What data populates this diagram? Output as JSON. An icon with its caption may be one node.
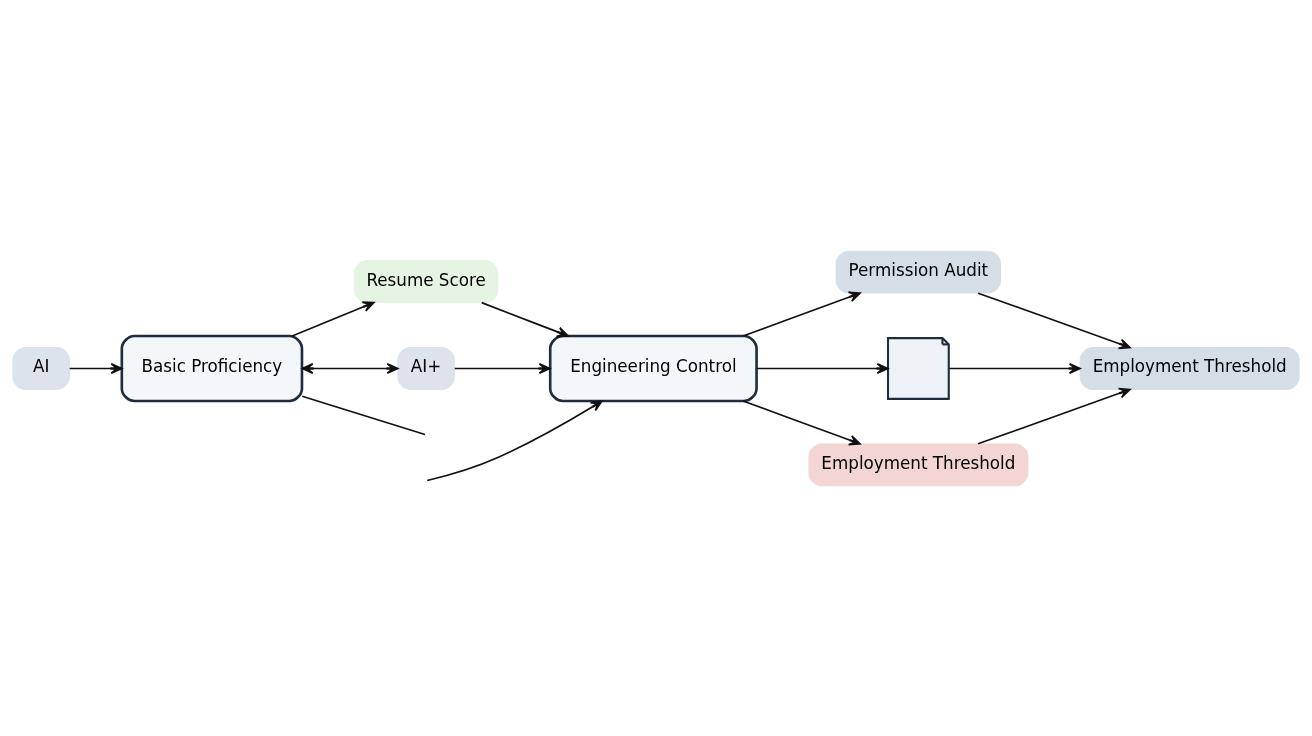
{
  "diagram": {
    "nodes": [
      {
        "text": [
          "AI"
        ]
      },
      {
        "text": [
          "Basic Proficiency"
        ]
      },
      {
        "text": [
          "Resume Score"
        ]
      },
      {
        "text": [
          "AI+"
        ]
      },
      {
        "text": [
          "Engineering Control"
        ]
      },
      {
        "text": [
          "Permission Audit"
        ]
      },
      {
        "text": [],
        "shape": "picture"
      },
      {
        "text": [
          "Employment Threshold"
        ]
      },
      {
        "text": [
          "Employment Threshold"
        ]
      }
    ],
    "edges": [
      {
        "from": 0,
        "to": 1,
        "arrow": "to"
      },
      {
        "from": 1,
        "to": 2,
        "arrow": "to"
      },
      {
        "from": 2,
        "to": 4,
        "arrow": "to"
      },
      {
        "from": 1,
        "to": 3,
        "arrow": "both"
      },
      {
        "from": 3,
        "to": 4,
        "arrow": "to"
      },
      {
        "from": null,
        "to": 4,
        "arrow": "to"
      },
      {
        "from": 1,
        "to": null,
        "arrow": "none"
      },
      {
        "from": 4,
        "to": 5,
        "arrow": "to"
      },
      {
        "from": 4,
        "to": 6,
        "arrow": "to"
      },
      {
        "from": 4,
        "to": 7,
        "arrow": "to"
      },
      {
        "from": 5,
        "to": 8,
        "arrow": "to"
      },
      {
        "from": 6,
        "to": 8,
        "arrow": "to"
      },
      {
        "from": 7,
        "to": 8,
        "arrow": "to"
      }
    ]
  }
}
